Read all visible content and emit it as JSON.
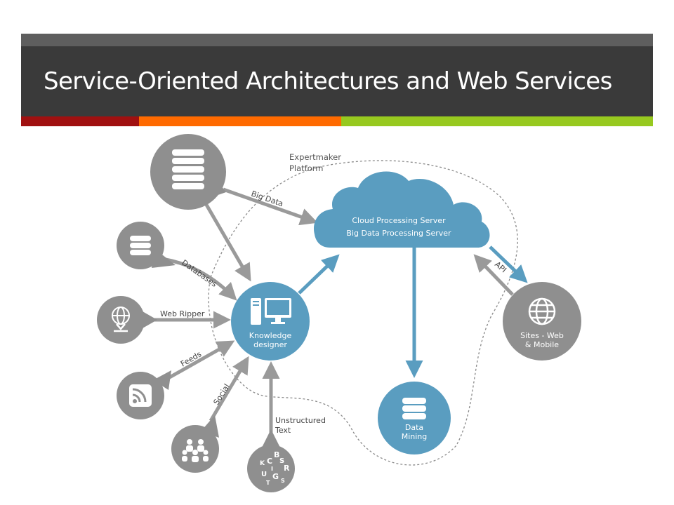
{
  "slide": {
    "title": "Service-Oriented Architectures and Web Services"
  },
  "colors": {
    "title_bar": "#3a3a3a",
    "accent_red": "#a01010",
    "accent_orange": "#ff6a00",
    "accent_green": "#97c91f",
    "node_blue": "#5a9dc0",
    "node_gray": "#8f8f8f",
    "arrow_gray": "#9a9a9a"
  },
  "diagram": {
    "platform_label_1": "Expertmaker",
    "platform_label_2": "Platform",
    "cloud_line_1": "Cloud Processing Server",
    "cloud_line_2": "Big Data Processing Server",
    "knowledge_line_1": "Knowledge",
    "knowledge_line_2": "designer",
    "data_mining_line_1": "Data",
    "data_mining_line_2": "Mining",
    "sites_line_1": "Sites - Web",
    "sites_line_2": "& Mobile",
    "edge_big_data": "Big Data",
    "edge_databases": "Databases",
    "edge_web_ripper": "Web Ripper",
    "edge_feeds": "Feeds",
    "edge_social": "Social",
    "edge_unstructured_1": "Unstructured",
    "edge_unstructured_2": "Text",
    "edge_api": "API",
    "letters": [
      "C",
      "B",
      "S",
      "R",
      "U",
      "G",
      "K",
      "S",
      "T",
      "I"
    ]
  }
}
